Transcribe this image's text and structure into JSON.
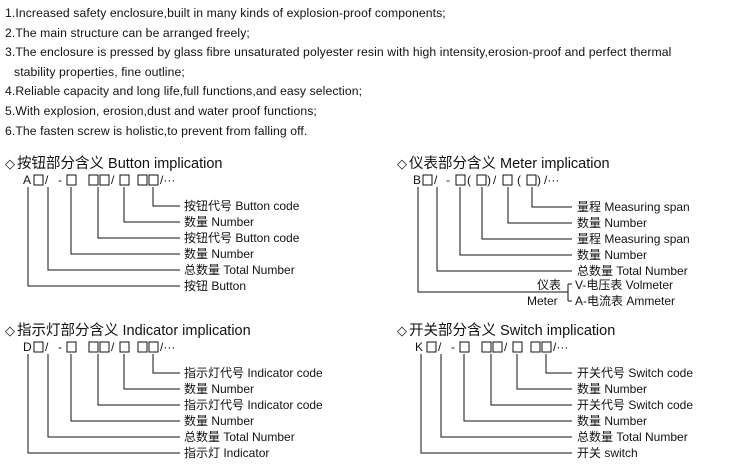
{
  "features": [
    "1.Increased safety enclosure,built in many kinds  of explosion-proof components;",
    "2.The main structure can be arranged freely;",
    "3.The enclosure is pressed by glass fibre unsaturated polyester resin with high intensity,erosion-proof and perfect thermal",
    "stability properties, fine outline;",
    "4.Reliable capacity and long life,full functions,and easy selection;",
    "5.With explosion, erosion,dust and water proof functions;",
    "6.The fasten screw is holistic,to prevent from falling off."
  ],
  "diamond": "◇",
  "sections": [
    {
      "title": "按钮部分含义 Button implication",
      "code": {
        "p0": "A",
        "p1": "/",
        "p2": "-",
        "p3": "/",
        "p4": "/···"
      },
      "labels": [
        "按钮代号 Button code",
        "数量 Number",
        "按钮代号 Button code",
        "数量 Number",
        "总数量 Total Number",
        "按钮 Button"
      ]
    },
    {
      "title": "仪表部分含义 Meter implication",
      "code": {
        "p0": "B",
        "p1": "/",
        "p2": "-",
        "p3": "/",
        "p4": "/···"
      },
      "labels": [
        "量程 Measuring span",
        "数量 Number",
        "量程 Measuring span",
        "数量 Number",
        "总数量 Total Number"
      ],
      "meter": {
        "cn": "仪表",
        "en": "Meter",
        "opt1": "V-电压表 Volmeter",
        "opt2": "A-电流表 Ammeter"
      }
    },
    {
      "title": "指示灯部分含义 Indicator implication",
      "code": {
        "p0": "D",
        "p1": "/",
        "p2": "-",
        "p3": "/",
        "p4": "/···"
      },
      "labels": [
        "指示灯代号 Indicator code",
        "数量 Number",
        "指示灯代号 Indicator code",
        "数量 Number",
        "总数量 Total Number",
        "指示灯 Indicator"
      ]
    },
    {
      "title": "开关部分含义 Switch implication",
      "code": {
        "p0": "K",
        "p1": "/",
        "p2": "-",
        "p3": "/",
        "p4": "/···"
      },
      "labels": [
        "开关代号 Switch code",
        "数量 Number",
        "开关代号 Switch code",
        "数量 Number",
        "总数量 Total Number",
        "开关 switch"
      ]
    }
  ]
}
